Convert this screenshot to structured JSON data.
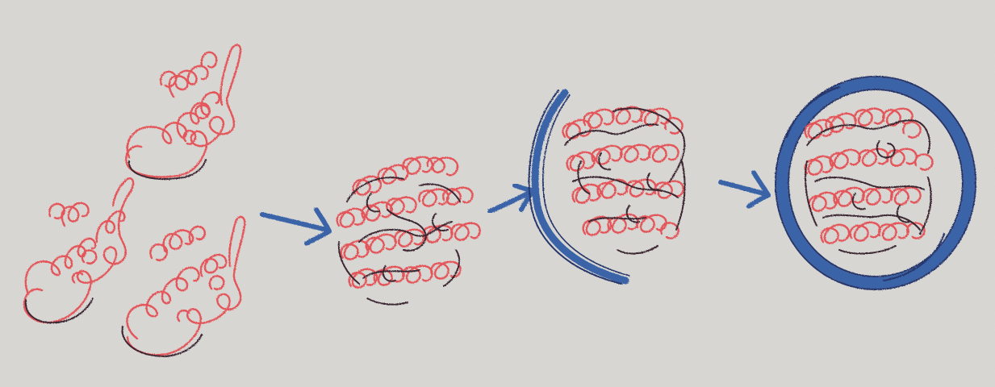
{
  "colors": {
    "paper": "#d9d8d4",
    "pencil_red": "#e4545a",
    "pencil_dark": "#3a2630",
    "pencil_blue": "#3a63a8",
    "pencil_blue_dark": "#26356a"
  },
  "stages": [
    {
      "name": "separate-strands",
      "strand_count": 3
    },
    {
      "name": "clustered-aggregate"
    },
    {
      "name": "partially-enclosed-aggregate"
    },
    {
      "name": "fully-enclosed-aggregate"
    }
  ],
  "arrow_count": 3,
  "arrow_icon": "arrow-right-icon"
}
